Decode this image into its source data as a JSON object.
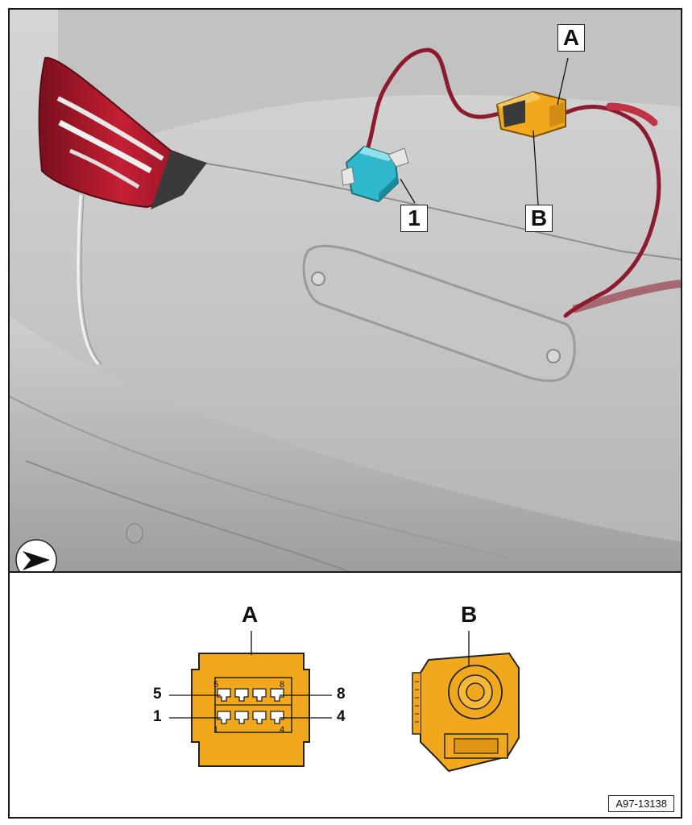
{
  "scene": {
    "callout_A": "A",
    "callout_B": "B",
    "callout_1": "1"
  },
  "detail": {
    "connector_A_title": "A",
    "connector_B_title": "B",
    "pin_labels": {
      "top_left": "5",
      "top_right": "8",
      "bottom_left": "1",
      "bottom_right": "4"
    },
    "inner_pin_labels": {
      "top_left": "5",
      "top_right": "8",
      "bottom_left": "1",
      "bottom_right": "4"
    }
  },
  "reference_code": "A97-13138",
  "colors": {
    "connector_A": "#f2a81d",
    "connector_B": "#f2a81d",
    "part_1": "#2fb8cc",
    "wire": "#8d1a2e",
    "tail_light": "#b3192d"
  }
}
